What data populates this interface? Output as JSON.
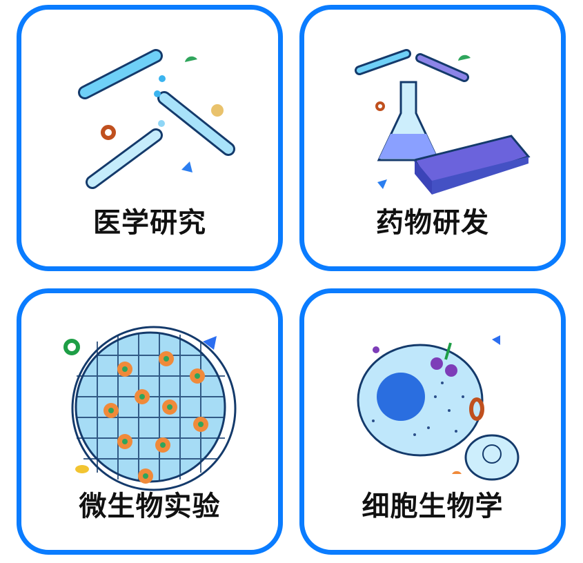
{
  "cards": [
    {
      "title": "医学研究",
      "illustration": "test-tubes"
    },
    {
      "title": "药物研发",
      "illustration": "flask-and-well-plate"
    },
    {
      "title": "微生物实验",
      "illustration": "petri-dish-cells"
    },
    {
      "title": "细胞生物学",
      "illustration": "cell"
    }
  ],
  "colors": {
    "border": "#0a7cff",
    "liquid": "#4cc3f5",
    "outline": "#143a6b"
  }
}
